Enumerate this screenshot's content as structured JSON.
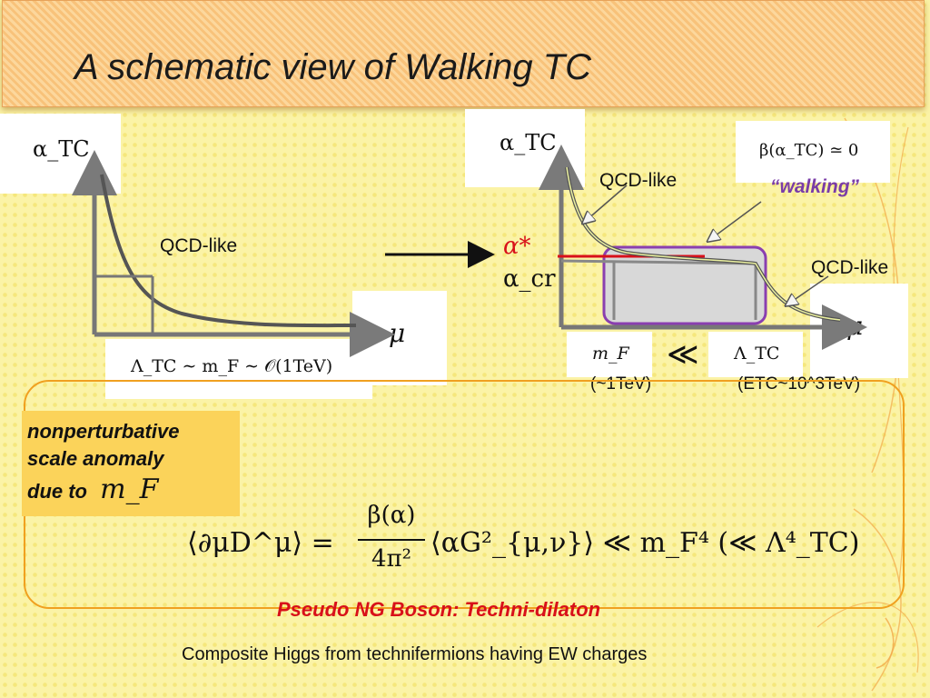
{
  "slide": {
    "title": "A schematic view of Walking TC"
  },
  "left_diagram": {
    "y_axis_label": "α_TC",
    "x_axis_label": "μ",
    "curve_label": "QCD-like",
    "scale_relation": "Λ_TC ∼ m_F ∼ 𝒪(1TeV)"
  },
  "right_diagram": {
    "y_axis_label": "α_TC",
    "x_axis_label": "μ",
    "beta_relation": "β(α_TC) ≃ 0",
    "walking_label": "“walking”",
    "qcd_like_label_1": "QCD-like",
    "qcd_like_label_2": "QCD-like",
    "alpha_star": "α*",
    "alpha_cr": "α_cr",
    "mf_label": "m_F",
    "much_less": "≪",
    "lambda_tc_label": "Λ_TC",
    "mf_value": "(~1TeV)",
    "lambda_value": "(ETC~10^3TeV)"
  },
  "anomaly": {
    "line1": "nonperturbative",
    "line2": "scale anomaly",
    "line3": "due to",
    "symbol": "m_F"
  },
  "equation": {
    "lhs": "⟨∂μD^μ⟩ =",
    "numerator": "β(α)",
    "denominator": "4π²",
    "rhs": "⟨αG²_{μ,ν}⟩ ≪ m_F⁴ (≪ Λ⁴_TC)"
  },
  "footer": {
    "pngb": "Pseudo NG Boson:  Techni-dilaton",
    "composite": "Composite Higgs from technifermions having EW charges"
  },
  "colors": {
    "background": "#fbf3a6",
    "title_band": "#f8c27a",
    "frame": "#f0a020",
    "anomaly_box": "#fbd35a",
    "walking": "#7a3ca8",
    "alpha_star": "#d8101a",
    "walking_region_fill": "#d8d8d8",
    "walking_region_border": "#8a3fb0"
  }
}
